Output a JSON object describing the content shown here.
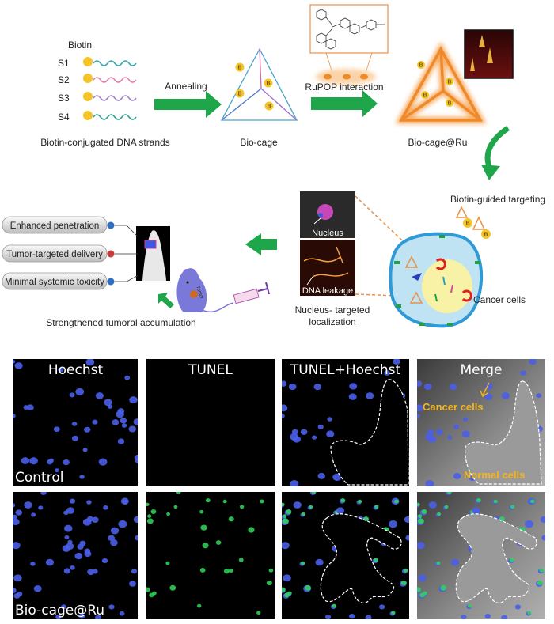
{
  "synthesis": {
    "biotin_label": "Biotin",
    "strands": [
      "S1",
      "S2",
      "S3",
      "S4"
    ],
    "strands_caption": "Biotin-conjugated DNA strands",
    "annealing": "Annealing",
    "bio_cage": "Bio-cage",
    "rupop": "RuPOP interaction",
    "bio_cage_ru": "Bio-cage@Ru",
    "biotin_badge": "B"
  },
  "cellular": {
    "nucleus": "Nucleus",
    "dna_leakage": "DNA leakage",
    "localization_line1": "Nucleus- targeted",
    "localization_line2": "localization",
    "biotin_targeting": "Biotin-guided targeting",
    "cancer_cells": "Cancer cells"
  },
  "in_vivo": {
    "benefits": [
      "Enhanced penetration",
      "Tumor-targeted delivery",
      "Minimal systemic toxicity"
    ],
    "tumor_label": "Tumor",
    "accumulation": "Strengthened tumoral accumulation"
  },
  "microscopy": {
    "columns": [
      "Hoechst",
      "TUNEL",
      "TUNEL+Hoechst",
      "Merge"
    ],
    "rows": [
      "Control",
      "Bio-cage@Ru"
    ],
    "annotations": {
      "cancer": "Cancer cells",
      "normal": "Normal cells"
    }
  },
  "colors": {
    "arrow_green": "#1fa64a",
    "ru_orange": "#f0892a",
    "hoechst_blue": "#4a5ee8",
    "tunel_green": "#2fd85a",
    "annotation_yellow": "#f2b51c"
  }
}
